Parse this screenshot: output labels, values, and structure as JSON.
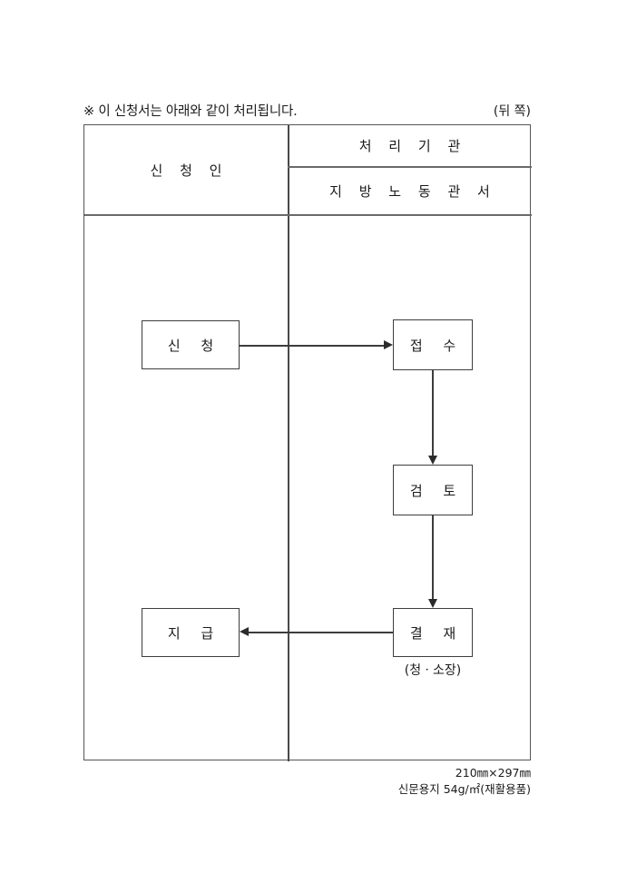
{
  "page": {
    "note": "※ 이 신청서는 아래와 같이 처리됩니다.",
    "side_marker": "(뒤 쪽)"
  },
  "table": {
    "headers": {
      "applicant": "신 청 인",
      "processing_agency": "처 리 기 관",
      "local_labor_office": "지 방 노 동 관 서"
    }
  },
  "flowchart": {
    "type": "process-flow",
    "nodes": [
      {
        "id": "application",
        "label": "신 청",
        "column": "applicant"
      },
      {
        "id": "receipt",
        "label": "접 수",
        "column": "agency"
      },
      {
        "id": "review",
        "label": "검 토",
        "column": "agency"
      },
      {
        "id": "approval",
        "label": "결 재",
        "column": "agency",
        "caption": "(청ㆍ소장)"
      },
      {
        "id": "payment",
        "label": "지 급",
        "column": "applicant"
      }
    ],
    "edges": [
      {
        "from": "application",
        "to": "receipt",
        "direction": "right"
      },
      {
        "from": "receipt",
        "to": "review",
        "direction": "down"
      },
      {
        "from": "review",
        "to": "approval",
        "direction": "down"
      },
      {
        "from": "approval",
        "to": "payment",
        "direction": "left"
      }
    ],
    "approval_caption": "(청ㆍ소장)"
  },
  "footer": {
    "paper_size": "210㎜×297㎜",
    "paper_spec": "신문용지 54g/㎡(재활용품)"
  },
  "colors": {
    "background": "#ffffff",
    "text": "#1a1a1a",
    "border": "#555555",
    "rule": "#6a6a6a",
    "arrow": "#3d3d3d"
  }
}
